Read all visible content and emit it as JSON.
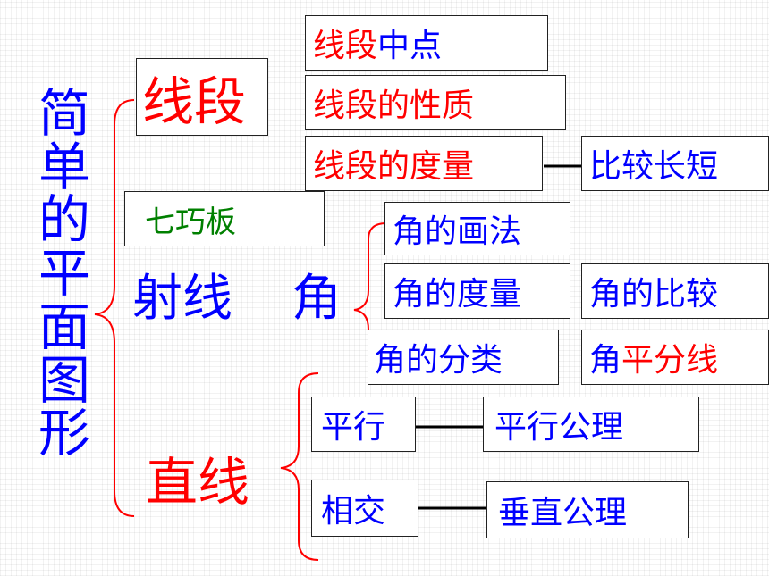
{
  "title": {
    "chars": [
      "简",
      "单",
      "的",
      "平",
      "面",
      "图",
      "形"
    ]
  },
  "segment": {
    "label": "线段",
    "midpoint": "线段中点",
    "properties": "线段的性质",
    "measure": "线段的度量",
    "compare_length": "比较长短"
  },
  "tangram": "七巧板",
  "ray": "射线",
  "angle": {
    "label": "角",
    "drawing": "角的画法",
    "measure": "角的度量",
    "compare": "角的比较",
    "classification": "角的分类",
    "bisector_prefix": "角",
    "bisector_suffix": "平分线"
  },
  "line": {
    "label": "直线",
    "parallel": "平行",
    "parallel_axiom": "平行公理",
    "intersect": "相交",
    "perpendicular_axiom": "垂直公理"
  },
  "colors": {
    "blue": "#0000ff",
    "red": "#ff0000",
    "green": "#008000",
    "border": "#222222"
  }
}
